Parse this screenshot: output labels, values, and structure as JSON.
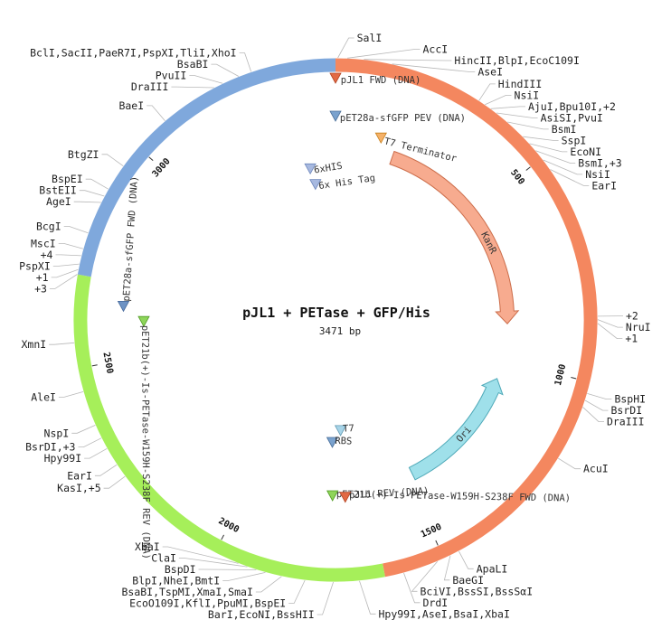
{
  "plasmid": {
    "name": "pJL1 + PETase + GFP/His",
    "length_label": "3471 bp",
    "length": 3471
  },
  "segments": [
    {
      "name": "orange",
      "start": 0,
      "end": 1630,
      "color": "#f4875f"
    },
    {
      "name": "green",
      "start": 1630,
      "end": 2700,
      "color": "#a6ef5a"
    },
    {
      "name": "blue",
      "start": 2700,
      "end": 3471,
      "color": "#7fa8dc"
    }
  ],
  "ticks": [
    {
      "pos": 500,
      "label": "500"
    },
    {
      "pos": 1000,
      "label": "1000"
    },
    {
      "pos": 1500,
      "label": "1500"
    },
    {
      "pos": 2000,
      "label": "2000"
    },
    {
      "pos": 2500,
      "label": "2500"
    },
    {
      "pos": 3000,
      "label": "3000"
    }
  ],
  "sites": [
    {
      "text": "SalI",
      "pos": 5
    },
    {
      "text": "AccI",
      "pos": 25
    },
    {
      "text": "HincII,BlpI,EcoC109I",
      "pos": 60
    },
    {
      "text": "AseI",
      "pos": 120
    },
    {
      "text": "HindIII",
      "pos": 320
    },
    {
      "text": "NsiI",
      "pos": 335
    },
    {
      "text": "AjuI,Bpu10I,+2",
      "pos": 350
    },
    {
      "text": "AsiSI,PvuI",
      "pos": 365
    },
    {
      "text": "BsmI",
      "pos": 395
    },
    {
      "text": "SspI",
      "pos": 440
    },
    {
      "text": "EcoNI",
      "pos": 460
    },
    {
      "text": "BsmI,+3",
      "pos": 480
    },
    {
      "text": "NsiI",
      "pos": 505
    },
    {
      "text": "EarI",
      "pos": 530
    },
    {
      "text": "+2",
      "pos": 860
    },
    {
      "text": "NruI",
      "pos": 867
    },
    {
      "text": "+1",
      "pos": 875
    },
    {
      "text": "BspHI",
      "pos": 1025
    },
    {
      "text": "BsrDI",
      "pos": 1040
    },
    {
      "text": "DraIII",
      "pos": 1055
    },
    {
      "text": "AcuI",
      "pos": 1175
    },
    {
      "text": "ApaLI",
      "pos": 1465
    },
    {
      "text": "BaeGI",
      "pos": 1485
    },
    {
      "text": "BciVI,BssSI,BssSαI",
      "pos": 1515
    },
    {
      "text": "DrdI",
      "pos": 1590
    },
    {
      "text": "Hpy99I,AseI,BsaI,XbaI",
      "pos": 1685
    },
    {
      "text": "BarI,EcoNI,BssHII",
      "pos": 1740
    },
    {
      "text": "EcoO109I,KflI,PpuMI,BspEI",
      "pos": 1800
    },
    {
      "text": "BsaBI,TspMI,XmaI,SmaI",
      "pos": 1850
    },
    {
      "text": "BlpI,NheI,BmtI",
      "pos": 1885
    },
    {
      "text": "BspDI",
      "pos": 1905
    },
    {
      "text": "ClaI",
      "pos": 1925
    },
    {
      "text": "XbaI",
      "pos": 1945
    },
    {
      "text": "KasI,+5",
      "pos": 2250
    },
    {
      "text": "EarI",
      "pos": 2280
    },
    {
      "text": "Hpy99I",
      "pos": 2320
    },
    {
      "text": "BsrDI,+3",
      "pos": 2345
    },
    {
      "text": "NspI",
      "pos": 2375
    },
    {
      "text": "AleI",
      "pos": 2450
    },
    {
      "text": "XmnI",
      "pos": 2555
    },
    {
      "text": "+3",
      "pos": 2700
    },
    {
      "text": "+1",
      "pos": 2710
    },
    {
      "text": "PspXI",
      "pos": 2722
    },
    {
      "text": "+4",
      "pos": 2740
    },
    {
      "text": "MscI",
      "pos": 2755
    },
    {
      "text": "BcgI",
      "pos": 2790
    },
    {
      "text": "AgeI",
      "pos": 2860
    },
    {
      "text": "BstEII",
      "pos": 2875
    },
    {
      "text": "BspEI",
      "pos": 2892
    },
    {
      "text": "BtgZI",
      "pos": 2950
    },
    {
      "text": "BaeI",
      "pos": 3080
    },
    {
      "text": "DraIII",
      "pos": 3205
    },
    {
      "text": "PvuII",
      "pos": 3225
    },
    {
      "text": "BsaBI",
      "pos": 3262
    },
    {
      "text": "BclI,SacII,PaeR7I,PspXI,TliI,XhoI",
      "pos": 3290
    }
  ],
  "features": [
    {
      "text": "KanR",
      "type": "arc",
      "start": 185,
      "end": 880,
      "strand": 1,
      "color": "#f7ab8f",
      "stroke": "#cc6d4a",
      "r": 190,
      "w": 15,
      "label_pos": 610
    },
    {
      "text": "Ori",
      "type": "arc",
      "start": 1060,
      "end": 1480,
      "strand": -1,
      "color": "#9fe0ea",
      "stroke": "#4fa9b8",
      "r": 190,
      "w": 15,
      "label_pos": 1270
    },
    {
      "text": "T7 Terminator",
      "type": "marker",
      "pos": 135,
      "r": 208,
      "color": "#f5b168",
      "stroke": "#c7801c"
    },
    {
      "text": "pJL1 FWD (DNA)",
      "type": "marker",
      "pos": 0,
      "r": 268,
      "color": "#e26a45",
      "stroke": "#b44422"
    },
    {
      "text": "pET28a-sfGFP PEV (DNA)",
      "type": "marker",
      "pos": 0,
      "r": 226,
      "color": "#7aa2ce",
      "stroke": "#4a6f99"
    },
    {
      "text": "6xHIS",
      "type": "marker",
      "pos": 3380,
      "r": 170,
      "color": "#a7b9e0",
      "stroke": "#6d86bb"
    },
    {
      "text": "6x His Tag",
      "type": "marker",
      "pos": 3390,
      "r": 152,
      "color": "#a7b9e0",
      "stroke": "#6d86bb"
    },
    {
      "text": "RBS",
      "type": "marker",
      "pos": 1750,
      "r": 135,
      "color": "#7aa2ce",
      "stroke": "#4a6f99"
    },
    {
      "text": "T7",
      "type": "marker",
      "pos": 1710,
      "r": 122,
      "color": "#a7d4e8",
      "stroke": "#5f98b1"
    },
    {
      "text": "pET21b(+)-Is-PETase-W159H-S238F FWD (DNA)",
      "type": "marker",
      "pos": 1745,
      "r": 194,
      "color": "#8ed55a",
      "stroke": "#4f9a22"
    },
    {
      "text": "pJL1 REV (DNA)",
      "type": "marker",
      "pos": 1705,
      "r": 196,
      "color": "#e26a45",
      "stroke": "#b44422"
    },
    {
      "text": "pET28a-sfGFP FWD (DNA)",
      "type": "marker",
      "pos": 2640,
      "r": 235,
      "color": "#6e93c4",
      "stroke": "#44679a"
    },
    {
      "text": "pET21b(+)-Is-PETase-W159H-S238F REV (DNA)",
      "type": "marker",
      "pos": 2600,
      "r": 212,
      "color": "#8ed55a",
      "stroke": "#4f9a22"
    }
  ]
}
